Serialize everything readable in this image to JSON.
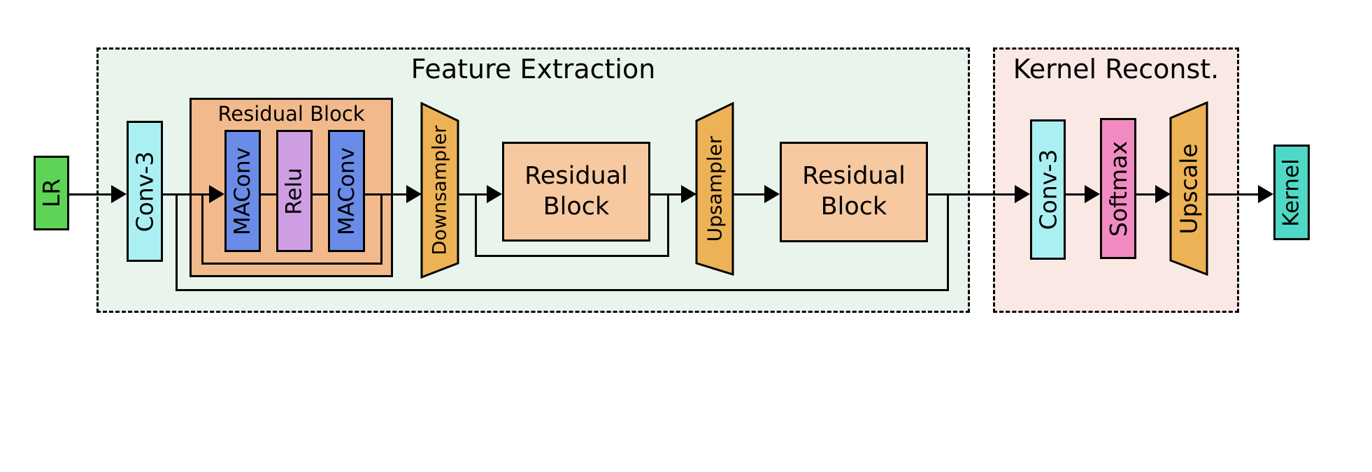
{
  "colors": {
    "feature_extraction_bg": "#e9f4ec",
    "kernel_reconstruction_bg": "#f9e8e4",
    "input_green": "#5ed457",
    "conv_cyan": "#aaf0f2",
    "residual_container_peach": "#f2ba8c",
    "residual_block_peach": "#f6c9a1",
    "maconv_blue": "#6a8ce8",
    "relu_purple": "#cf9ee2",
    "sampler_gold": "#edb255",
    "softmax_pink": "#f28ac2",
    "kernel_teal": "#4ed8c5",
    "line_black": "#000000"
  },
  "input": {
    "label": "LR"
  },
  "feature_extraction": {
    "title": "Feature Extraction",
    "conv3_label": "Conv-3",
    "residual_block_1": {
      "title": "Residual Block",
      "maconv1_label": "MAConv",
      "relu_label": "Relu",
      "maconv2_label": "MAConv"
    },
    "downsampler_label": "Downsampler",
    "residual_block_2": {
      "line1": "Residual",
      "line2": "Block"
    },
    "upsampler_label": "Upsampler",
    "residual_block_3": {
      "line1": "Residual",
      "line2": "Block"
    }
  },
  "kernel_reconstruction": {
    "title": "Kernel Reconst.",
    "conv3_label": "Conv-3",
    "softmax_label": "Softmax",
    "upscale_label": "Upscale"
  },
  "output": {
    "label": "Kernel"
  }
}
